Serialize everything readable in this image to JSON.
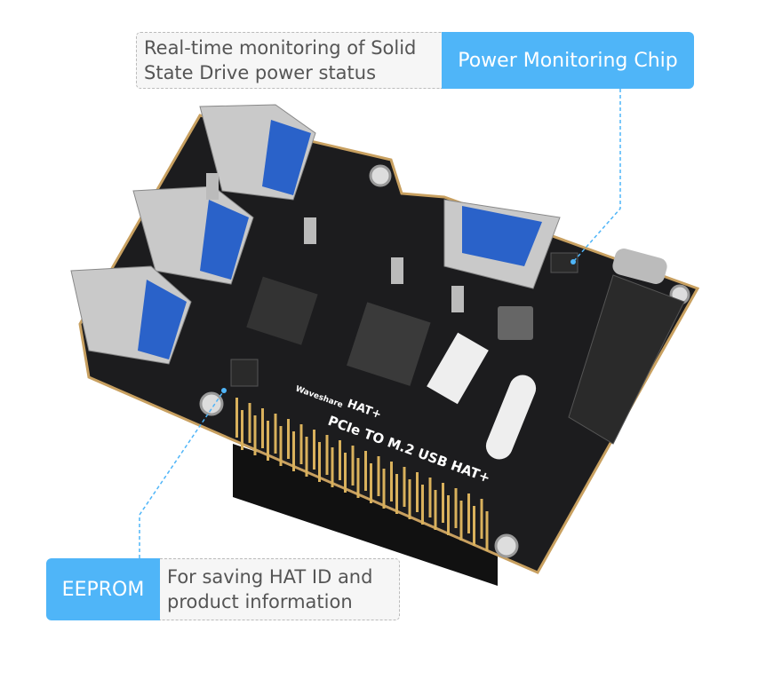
{
  "callouts": {
    "power": {
      "title": "Power Monitoring Chip",
      "line1": "Real-time monitoring of Solid",
      "line2": "State Drive power status"
    },
    "eeprom": {
      "title": "EEPROM",
      "line1": "For saving HAT ID and",
      "line2": "product information"
    }
  },
  "board": {
    "product_name": "PCIe TO M.2 USB HAT+",
    "hat_badge": "HAT+",
    "brand": "Waveshare"
  },
  "colors": {
    "accent": "#4fb5f8",
    "pcb": "#1c1c1e",
    "usb_blue": "#2a62c9"
  }
}
